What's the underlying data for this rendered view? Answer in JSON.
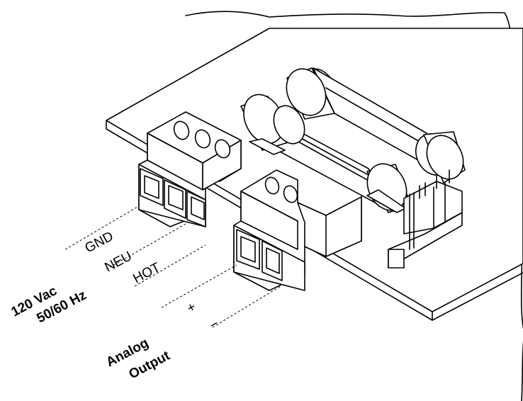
{
  "labels": {
    "gnd": "GND",
    "neu": "NEU",
    "hot": "HOT",
    "voltage": "120 Vac",
    "frequency": "50/60 Hz",
    "plus": "+",
    "minus": "−",
    "analog": "Analog",
    "output": "Output"
  },
  "colors": {
    "line": "#000000",
    "background": "#ffffff"
  }
}
